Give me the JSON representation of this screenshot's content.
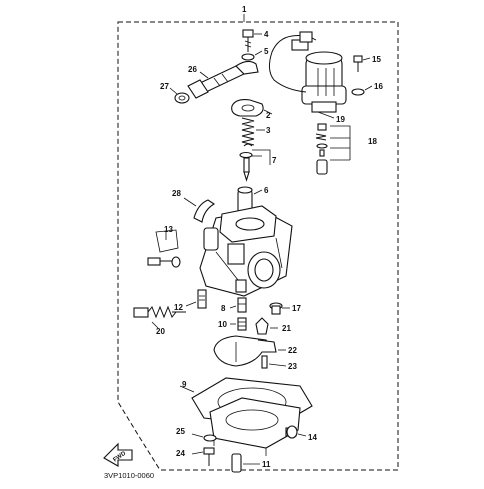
{
  "diagram": {
    "drawing_code": "3VP1010-0060",
    "forward_mark": "FWD",
    "callouts": [
      "1",
      "2",
      "3",
      "4",
      "5",
      "6",
      "7",
      "8",
      "9",
      "10",
      "11",
      "12",
      "13",
      "14",
      "15",
      "16",
      "17",
      "18",
      "19",
      "20",
      "21",
      "22",
      "23",
      "24",
      "25",
      "26",
      "27",
      "28"
    ]
  }
}
